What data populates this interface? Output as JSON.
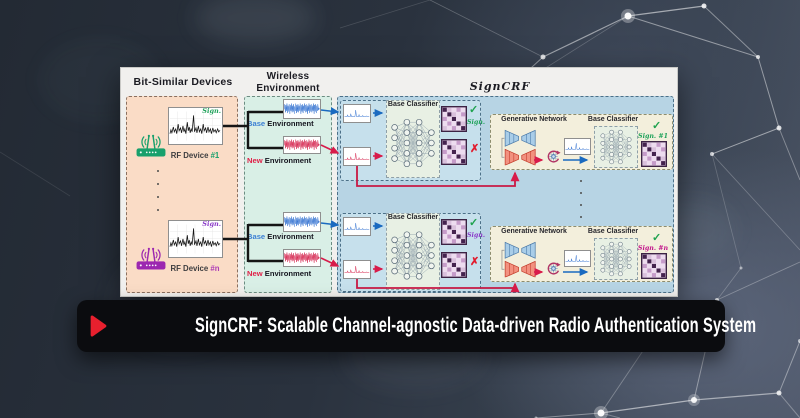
{
  "figure": {
    "headers": {
      "devices": "Bit-Similar Devices",
      "wireless_line1": "Wireless",
      "wireless_line2": "Environment",
      "system": "SignCRF"
    },
    "devices": [
      {
        "name": "RF Device",
        "id": "#1",
        "sign_label": "Sign.",
        "accent": "#18a06c"
      },
      {
        "name": "RF Device",
        "id": "#n",
        "sign_label": "Sign.",
        "accent": "#9c27b0"
      }
    ],
    "wireless": {
      "base_word": "Base",
      "new_word": "New",
      "environment_word": "Environment",
      "base_color": "#3b7fd4",
      "new_color": "#e02048"
    },
    "signcrf": {
      "base_classifier_label": "Base Classifier",
      "generative_network_label": "Generative Network",
      "rows": [
        {
          "match_sign": "Sign.",
          "match_sign_color": "#1fa25a",
          "output_sign": "Sign. #1",
          "output_sign_color": "#1fa25a"
        },
        {
          "match_sign": "Sign.",
          "match_sign_color": "#8b3bc9",
          "output_sign": "Sign. #n",
          "output_sign_color": "#c2158b"
        }
      ]
    },
    "icons": {
      "check": "✓",
      "cross": "✗"
    },
    "status_colors": {
      "check_green": "#1fa24e",
      "cross_red": "#e11d2e"
    }
  },
  "banner": {
    "title": "SignCRF: Scalable Channel-agnostic Data-driven Radio Authentication System",
    "accent_color": "#e8202e",
    "background": "#0b0c0f"
  },
  "palette": {
    "background_navy": "#2a323e",
    "panel": "#f1f0ee",
    "devices_box": "#fadcc6",
    "wireless_box": "#d9efe6",
    "signcrf_box": "#b7d4e4",
    "classifier_unit_box": "#c6e0ec",
    "generative_box": "#f3efdc",
    "signal_blue": "#2f6fd0",
    "signal_red": "#d4204a"
  }
}
